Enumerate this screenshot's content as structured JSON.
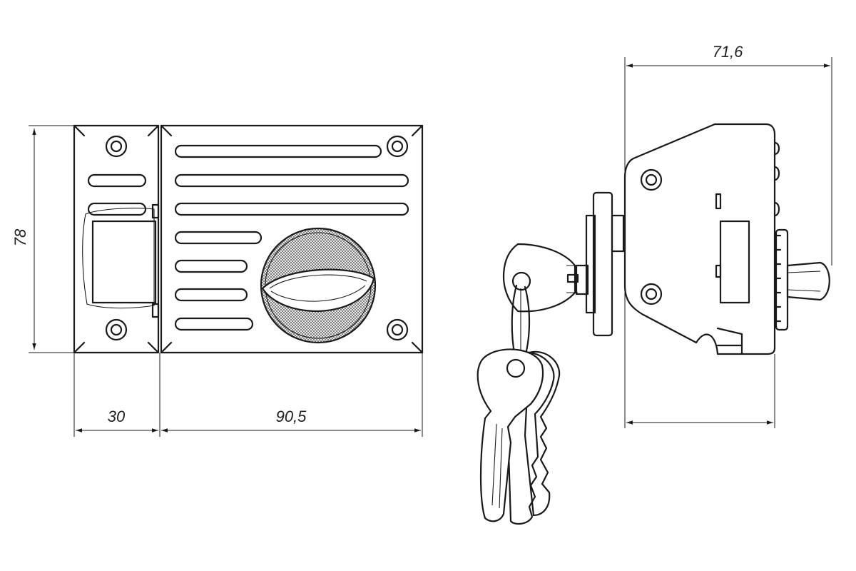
{
  "drawing": {
    "dimensions": {
      "height_label": "78",
      "strike_width_label": "30",
      "body_width_label": "90,5",
      "depth_label": "71,6"
    }
  }
}
